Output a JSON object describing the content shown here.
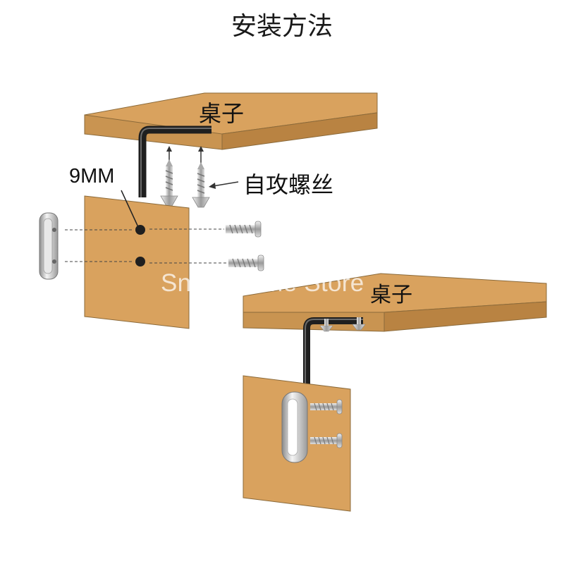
{
  "title": "安装方法",
  "labels": {
    "table_top": "桌子",
    "table_bottom": "桌子",
    "hole_size": "9MM",
    "self_tapping_screw": "自攻螺丝"
  },
  "watermark": "Snow Home Store",
  "colors": {
    "wood_face": "#d9a25e",
    "wood_edge": "#c99451",
    "wood_side": "#b98342",
    "bracket": "#2a2a2a",
    "screw": "#b8b8b8",
    "guide_line": "#333333"
  }
}
